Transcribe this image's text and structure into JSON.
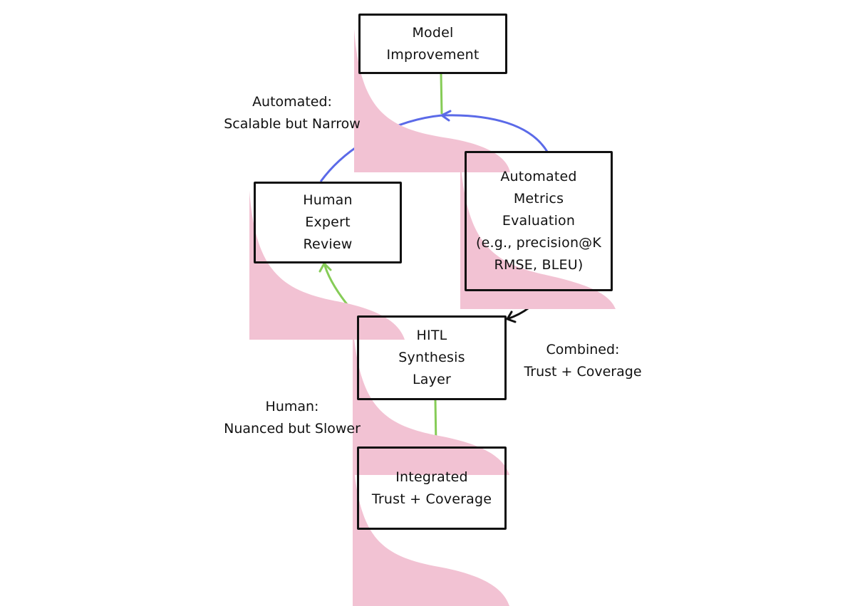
{
  "colors": {
    "box_fill": "#f2c2d3",
    "box_border": "#111111",
    "blue_arrow": "#5b6ae8",
    "green_arrow": "#86cc57",
    "black_arrow": "#111111"
  },
  "nodes": {
    "model_improvement": {
      "lines": [
        "Model",
        "Improvement"
      ]
    },
    "human_review": {
      "lines": [
        "Human",
        "Expert",
        "Review"
      ]
    },
    "automated_metrics": {
      "lines": [
        "Automated",
        "Metrics",
        "Evaluation",
        "(e.g., precision@K",
        "RMSE, BLEU)"
      ]
    },
    "hitl_synthesis": {
      "lines": [
        "HITL",
        "Synthesis",
        "Layer"
      ]
    },
    "integrated": {
      "lines": [
        "Integrated",
        "Trust + Coverage"
      ]
    }
  },
  "notes": {
    "automated": {
      "lines": [
        "Automated:",
        "Scalable but Narrow"
      ]
    },
    "combined": {
      "lines": [
        "Combined:",
        "Trust + Coverage"
      ]
    },
    "human": {
      "lines": [
        "Human:",
        "Nuanced but Slower"
      ]
    }
  },
  "edges": [
    {
      "from": "Human Expert Review",
      "to": "Model Improvement",
      "color": "blue"
    },
    {
      "from": "Automated Metrics Evaluation",
      "to": "Model Improvement",
      "color": "blue"
    },
    {
      "from": "Automated Metrics Evaluation",
      "to": "HITL Synthesis Layer",
      "color": "black"
    },
    {
      "from": "HITL Synthesis Layer",
      "to": "Human Expert Review",
      "color": "green"
    },
    {
      "from": "HITL Synthesis Layer",
      "to": "Integrated Trust + Coverage",
      "color": "green"
    },
    {
      "from": "Loop",
      "to": "Model Improvement",
      "color": "green"
    }
  ]
}
